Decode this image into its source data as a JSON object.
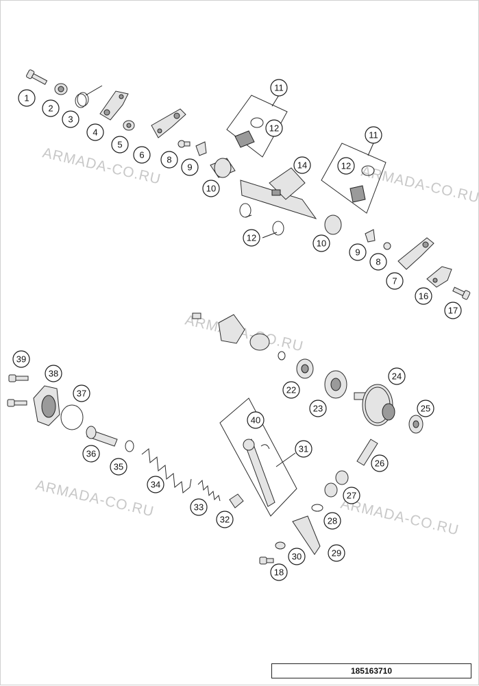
{
  "watermarks": [
    "ARMADA-CO.RU",
    "ARMADA-CO.RU",
    "ARMADA-CO.RU",
    "ARMADA-CO.RU",
    "ARMADA-CO.RU"
  ],
  "drawing_number": "185163710",
  "callouts": [
    "1",
    "2",
    "3",
    "4",
    "5",
    "6",
    "8",
    "9",
    "10",
    "11",
    "12",
    "14",
    "11",
    "12",
    "12",
    "10",
    "9",
    "8",
    "7",
    "16",
    "17",
    "39",
    "38",
    "37",
    "36",
    "35",
    "34",
    "33",
    "32",
    "22",
    "23",
    "24",
    "25",
    "26",
    "27",
    "28",
    "29",
    "30",
    "18",
    "31",
    "40"
  ]
}
